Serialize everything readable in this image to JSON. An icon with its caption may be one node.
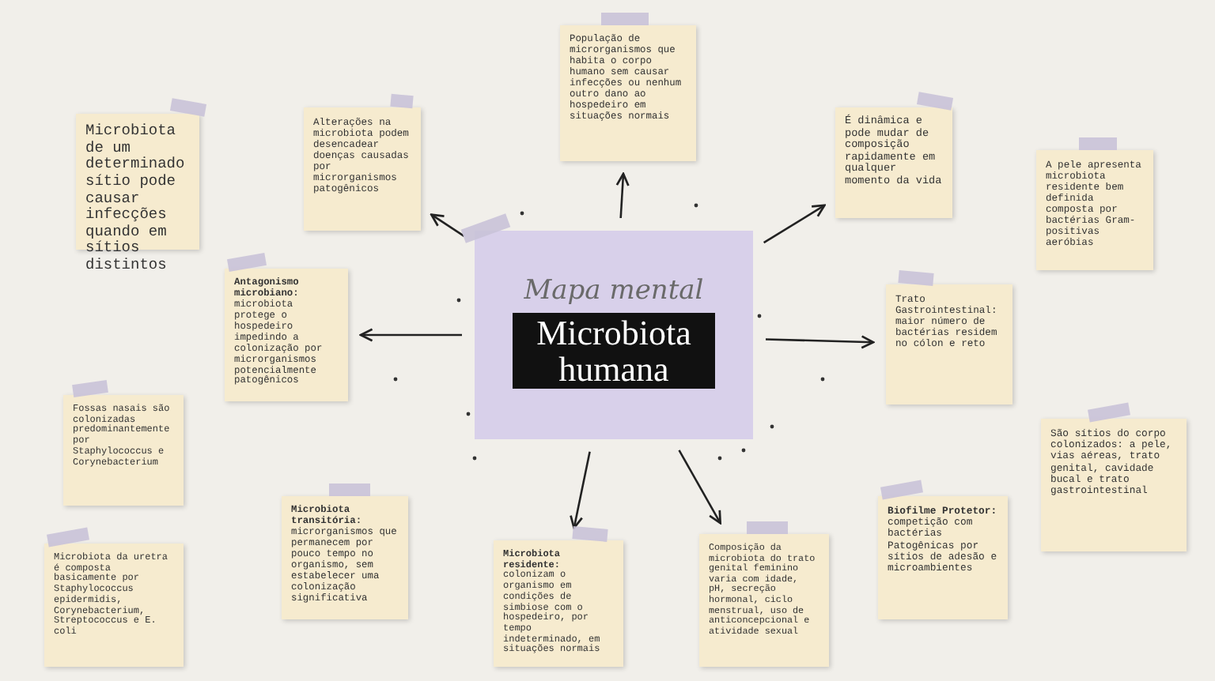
{
  "diagram": {
    "nodes": [
      {
        "text": [
          "Mapa mental",
          "Microbiota humana"
        ]
      },
      {
        "text": [
          "Microbiota de um determinado sítio pode causar infecções quando em sítios distintos"
        ]
      },
      {
        "text": [
          "Alterações na microbiota podem desencadear doenças causadas por microrganismos patogênicos"
        ]
      },
      {
        "text": [
          "População de microrganismos que habita o corpo humano sem causar infecções ou nenhum outro dano ao hospedeiro em situações normais"
        ]
      },
      {
        "text": [
          "É dinâmica e pode mudar de composição rapidamente em qualquer momento da vida"
        ]
      },
      {
        "text": [
          "A pele apresenta microbiota residente bem definida composta por bactérias Gram-positivas aeróbias"
        ]
      },
      {
        "text": [
          "**Antagonismo microbiano:** microbiota protege o hospedeiro impedindo a colonização por microrganismos potencialmente patogênicos"
        ]
      },
      {
        "text": [
          "Trato Gastrointestinal: maior número de bactérias residem no cólon e reto"
        ]
      },
      {
        "text": [
          "Fossas nasais são colonizadas predominantemente por Staphylococcus e Corynebacterium"
        ]
      },
      {
        "text": [
          "São sítios do corpo colonizados: a pele, vias aéreas, trato genital, cavidade bucal e trato gastrointestinal"
        ]
      },
      {
        "text": [
          "**Microbiota transitória:** microrganismos que permanecem por pouco tempo no organismo, sem estabelecer uma colonização significativa"
        ]
      },
      {
        "text": [
          "Microbiota da uretra é composta basicamente por Staphylococcus epidermidis, Corynebacterium, Streptococcus e E. coli"
        ]
      },
      {
        "text": [
          "**Microbiota residente:** colonizam o organismo em condições de simbiose com o hospedeiro, por tempo indeterminado, em situações normais"
        ]
      },
      {
        "text": [
          "Composição da microbiota do trato genital feminino varia com idade, pH, secreção hormonal, ciclo menstrual, uso de anticoncepcional e atividade sexual"
        ]
      },
      {
        "text": [
          "**Biofilme Protetor:** competição com bactérias Patogênicas por sítios de adesão e microambientes"
        ]
      }
    ],
    "edges": [
      {
        "from": 0,
        "to": 2,
        "arrow": "to"
      },
      {
        "from": 0,
        "to": 3,
        "arrow": "to"
      },
      {
        "from": 0,
        "to": 4,
        "arrow": "to"
      },
      {
        "from": 0,
        "to": 6,
        "arrow": "to"
      },
      {
        "from": 0,
        "to": 7,
        "arrow": "to"
      },
      {
        "from": 0,
        "to": 12,
        "arrow": "to"
      },
      {
        "from": 0,
        "to": 13,
        "arrow": "to"
      }
    ]
  }
}
